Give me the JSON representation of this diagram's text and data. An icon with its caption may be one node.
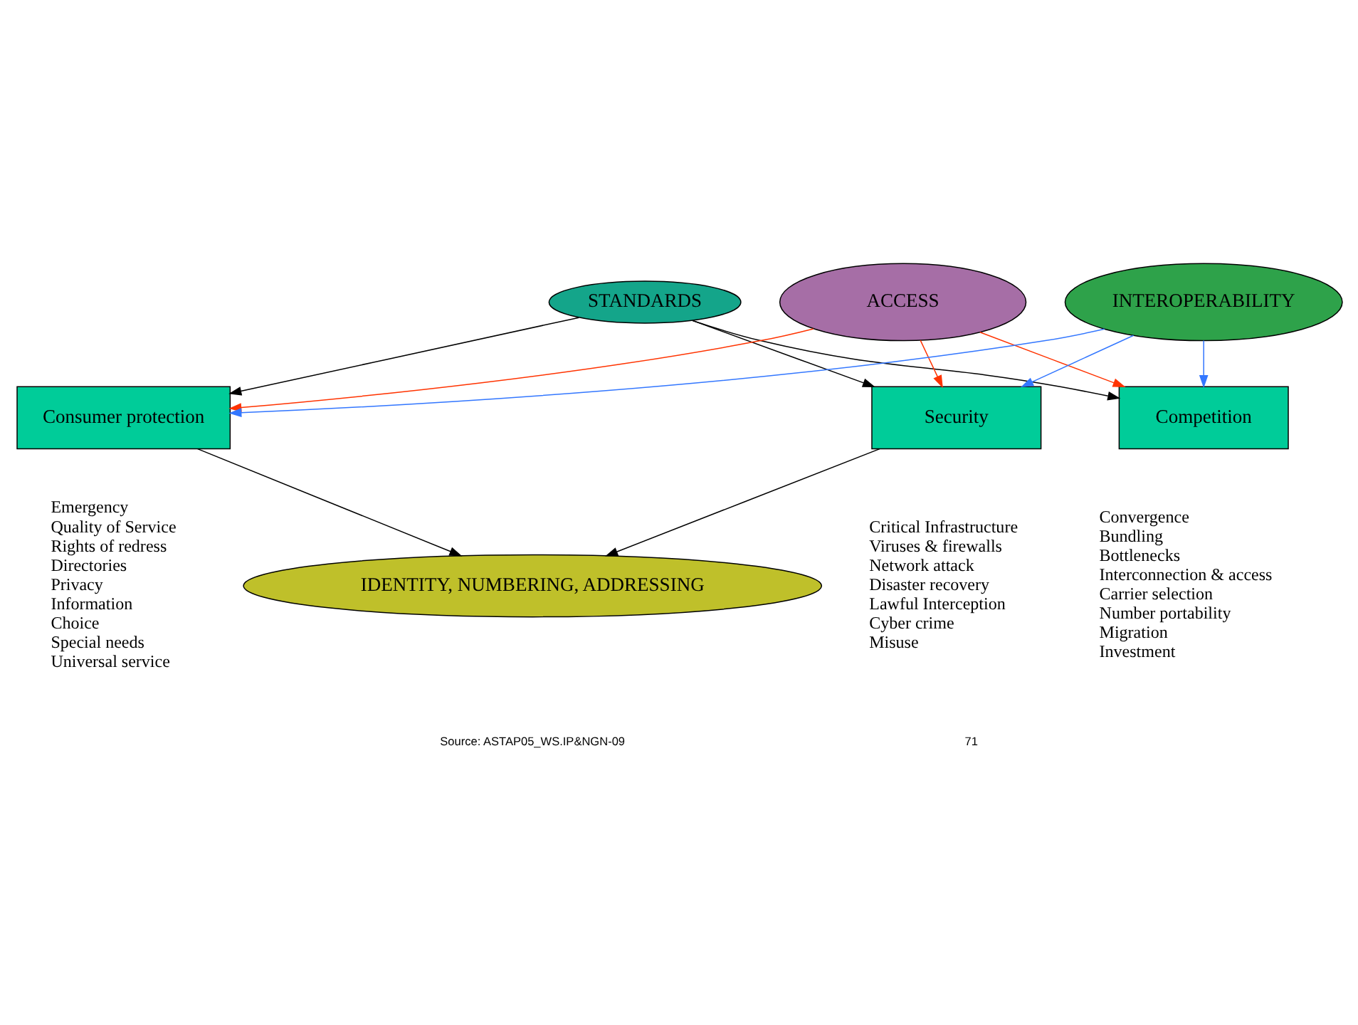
{
  "diagram": {
    "nodes": [
      {
        "text": [
          "STANDARDS"
        ]
      },
      {
        "text": [
          "ACCESS"
        ]
      },
      {
        "text": [
          "INTEROPERABILITY"
        ]
      },
      {
        "text": [
          "Consumer protection"
        ],
        "beside": [
          "Emergency",
          "Quality of Service",
          "Rights of redress",
          "Directories",
          "Privacy",
          "Information",
          "Choice",
          "Special needs",
          "Universal service"
        ]
      },
      {
        "text": [
          "Competition"
        ],
        "beside": [
          "Convergence",
          "Bundling",
          "Bottlenecks",
          "Interconnection & access",
          "Carrier selection",
          "Number portability",
          "Migration",
          "Investment"
        ]
      },
      {
        "text": [
          "Security"
        ],
        "beside": [
          "Critical Infrastructure",
          "Viruses & firewalls",
          "Network attack",
          "Disaster recovery",
          "Lawful Interception",
          "Cyber crime",
          "Misuse"
        ]
      },
      {
        "text": [
          "IDENTITY, NUMBERING, ADDRESSING"
        ]
      }
    ],
    "edges": [
      {
        "from": 1,
        "to": 3,
        "arrow": "to",
        "color": "#ff3300"
      },
      {
        "from": 2,
        "to": 3,
        "arrow": "to",
        "color": "#3377ff"
      },
      {
        "from": 0,
        "to": 3,
        "arrow": "to"
      },
      {
        "from": 1,
        "to": 4,
        "arrow": "to",
        "color": "#ff3300"
      },
      {
        "from": 0,
        "to": 4,
        "arrow": "to"
      },
      {
        "from": 2,
        "to": 4,
        "arrow": "to",
        "color": "#3377ff"
      },
      {
        "from": 0,
        "to": 5,
        "arrow": "to"
      },
      {
        "from": 1,
        "to": 5,
        "arrow": "to",
        "color": "#ff3300"
      },
      {
        "from": 2,
        "to": 5,
        "arrow": "to",
        "color": "#3377ff"
      },
      {
        "from": 3,
        "to": 6,
        "arrow": "to"
      },
      {
        "from": 5,
        "to": 6,
        "arrow": "to"
      }
    ],
    "labels": [
      "Source: ASTAP05_WS.IP&NGN-09",
      "71"
    ]
  }
}
